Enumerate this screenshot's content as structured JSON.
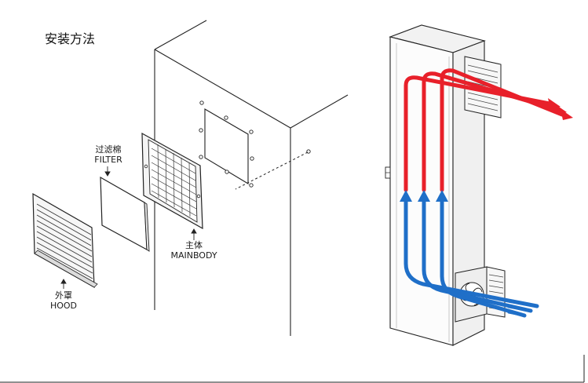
{
  "title": "安装方法",
  "labels": {
    "filter_cn": "过滤棉",
    "filter_en": "FILTER",
    "mainbody_cn": "主体",
    "mainbody_en": "MAINBODY",
    "hood_cn": "外罩",
    "hood_en": "HOOD"
  },
  "colors": {
    "hot_air": "#e8202a",
    "cool_air": "#1f6fc8",
    "line": "#222222",
    "cabinet_fill": "#ffffff",
    "panel_gray": "#e9e9e9"
  }
}
